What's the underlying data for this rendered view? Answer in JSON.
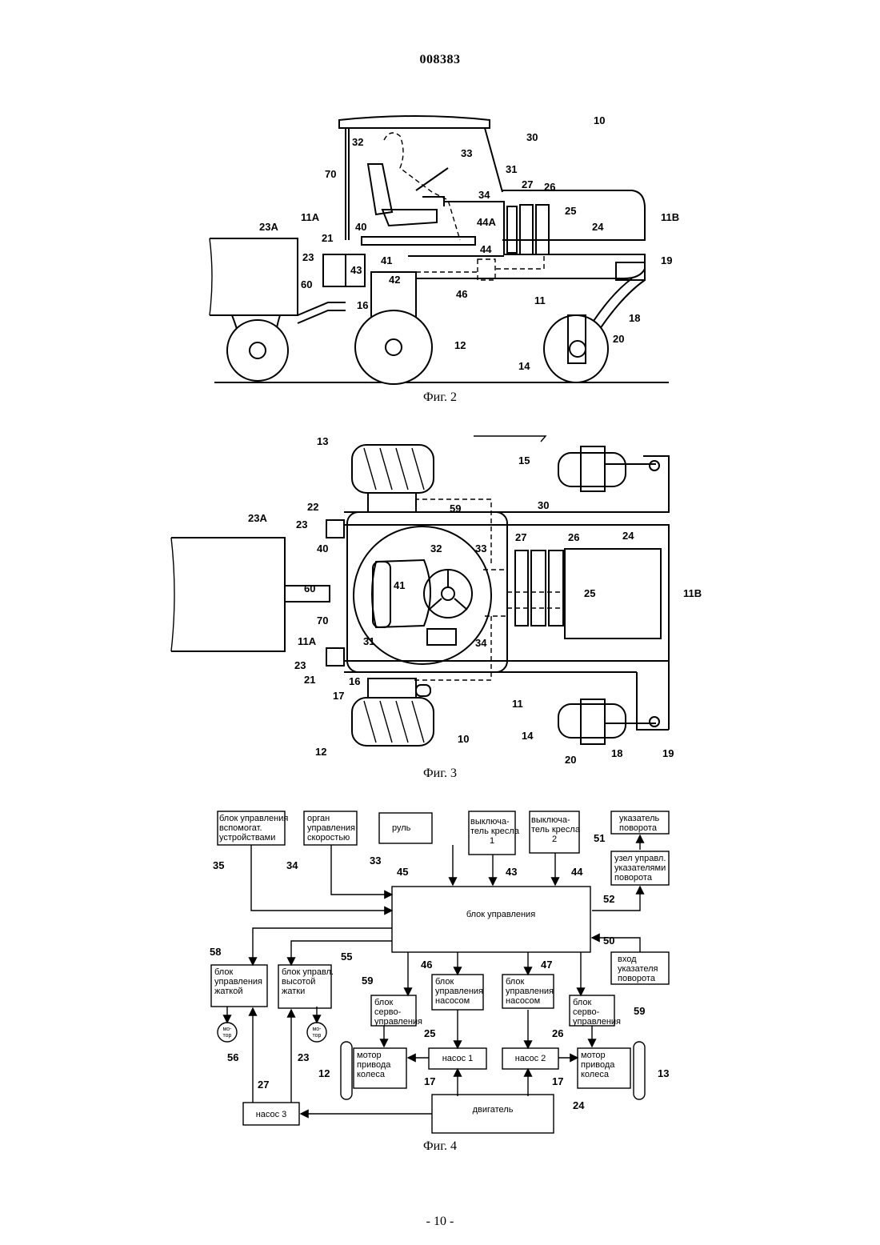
{
  "header": {
    "doc_number": "008383"
  },
  "figures": {
    "fig2": {
      "caption": "Фиг. 2"
    },
    "fig3": {
      "caption": "Фиг. 3"
    },
    "fig4": {
      "caption": "Фиг. 4"
    }
  },
  "fig2_labels": {
    "n10": "10",
    "n30": "30",
    "n32": "32",
    "n33": "33",
    "n31": "31",
    "n70": "70",
    "n34": "34",
    "n27": "27",
    "n26": "26",
    "n25": "25",
    "n24": "24",
    "n11A": "11A",
    "n11B": "11B",
    "n23A": "23A",
    "n44A": "44A",
    "n21": "21",
    "n40": "40",
    "n44": "44",
    "n19": "19",
    "n23": "23",
    "n41": "41",
    "n43": "43",
    "n42": "42",
    "n60": "60",
    "n16": "16",
    "n46": "46",
    "n11": "11",
    "n18": "18",
    "n12": "12",
    "n20": "20",
    "n14": "14"
  },
  "fig3_labels": {
    "n13": "13",
    "n15": "15",
    "n59": "59",
    "n22": "22",
    "n30": "30",
    "n23A": "23A",
    "n23a": "23",
    "n27": "27",
    "n26": "26",
    "n24": "24",
    "n40": "40",
    "n32": "32",
    "n33": "33",
    "n60": "60",
    "n41": "41",
    "n25": "25",
    "n11B": "11B",
    "n70": "70",
    "n34": "34",
    "n11A": "11A",
    "n31": "31",
    "n23b": "23",
    "n21": "21",
    "n16": "16",
    "n17": "17",
    "n11": "11",
    "n10": "10",
    "n14": "14",
    "n12": "12",
    "n20": "20",
    "n18": "18",
    "n19": "19"
  },
  "fig4": {
    "blocks": {
      "aux_ctrl": [
        "блок управления",
        "вспомогат.",
        "устройствами"
      ],
      "speed_ctrl": [
        "орган",
        "управления",
        "скоростью"
      ],
      "wheel": [
        "руль"
      ],
      "seat_sw1": [
        "выключа-",
        "тель кресла",
        "1"
      ],
      "seat_sw2": [
        "выключа-",
        "тель кресла",
        "2"
      ],
      "turn_ind": [
        "указатель",
        "поворота"
      ],
      "turn_ctrl": [
        "узел управл.",
        "указателями",
        "поворота"
      ],
      "main_ctrl": [
        "блок управления"
      ],
      "turn_input": [
        "вход",
        "указателя",
        "поворота"
      ],
      "header_ctrl": [
        "блок",
        "управления",
        "жаткой"
      ],
      "header_height": [
        "блок управл.",
        "высотой",
        "жатки"
      ],
      "pump_ctrl1": [
        "блок",
        "управления",
        "насосом"
      ],
      "pump_ctrl2": [
        "блок",
        "управления",
        "насосом"
      ],
      "servo1": [
        "блок",
        "серво-",
        "управления"
      ],
      "servo2": [
        "блок",
        "серво-",
        "управления"
      ],
      "motor_a": [
        "мо-",
        "тор"
      ],
      "motor_b": [
        "мо-",
        "тор"
      ],
      "pump1": [
        "насос   1"
      ],
      "pump2": [
        "насос   2"
      ],
      "pump3": [
        "насос   3"
      ],
      "wheel_motor1": [
        "мотор",
        "привода",
        "колеса"
      ],
      "wheel_motor2": [
        "мотор",
        "привода",
        "колеса"
      ],
      "engine": [
        "двигатель"
      ]
    },
    "numbers": {
      "n35": "35",
      "n34": "34",
      "n33": "33",
      "n45": "45",
      "n43": "43",
      "n44": "44",
      "n51": "51",
      "n52": "52",
      "n50": "50",
      "n58": "58",
      "n55": "55",
      "n46": "46",
      "n47": "47",
      "n59a": "59",
      "n59b": "59",
      "n25": "25",
      "n26": "26",
      "n56": "56",
      "n23": "23",
      "n12": "12",
      "n17a": "17",
      "n17b": "17",
      "n13": "13",
      "n27": "27",
      "n24": "24"
    }
  },
  "footer": {
    "page": "- 10 -"
  }
}
